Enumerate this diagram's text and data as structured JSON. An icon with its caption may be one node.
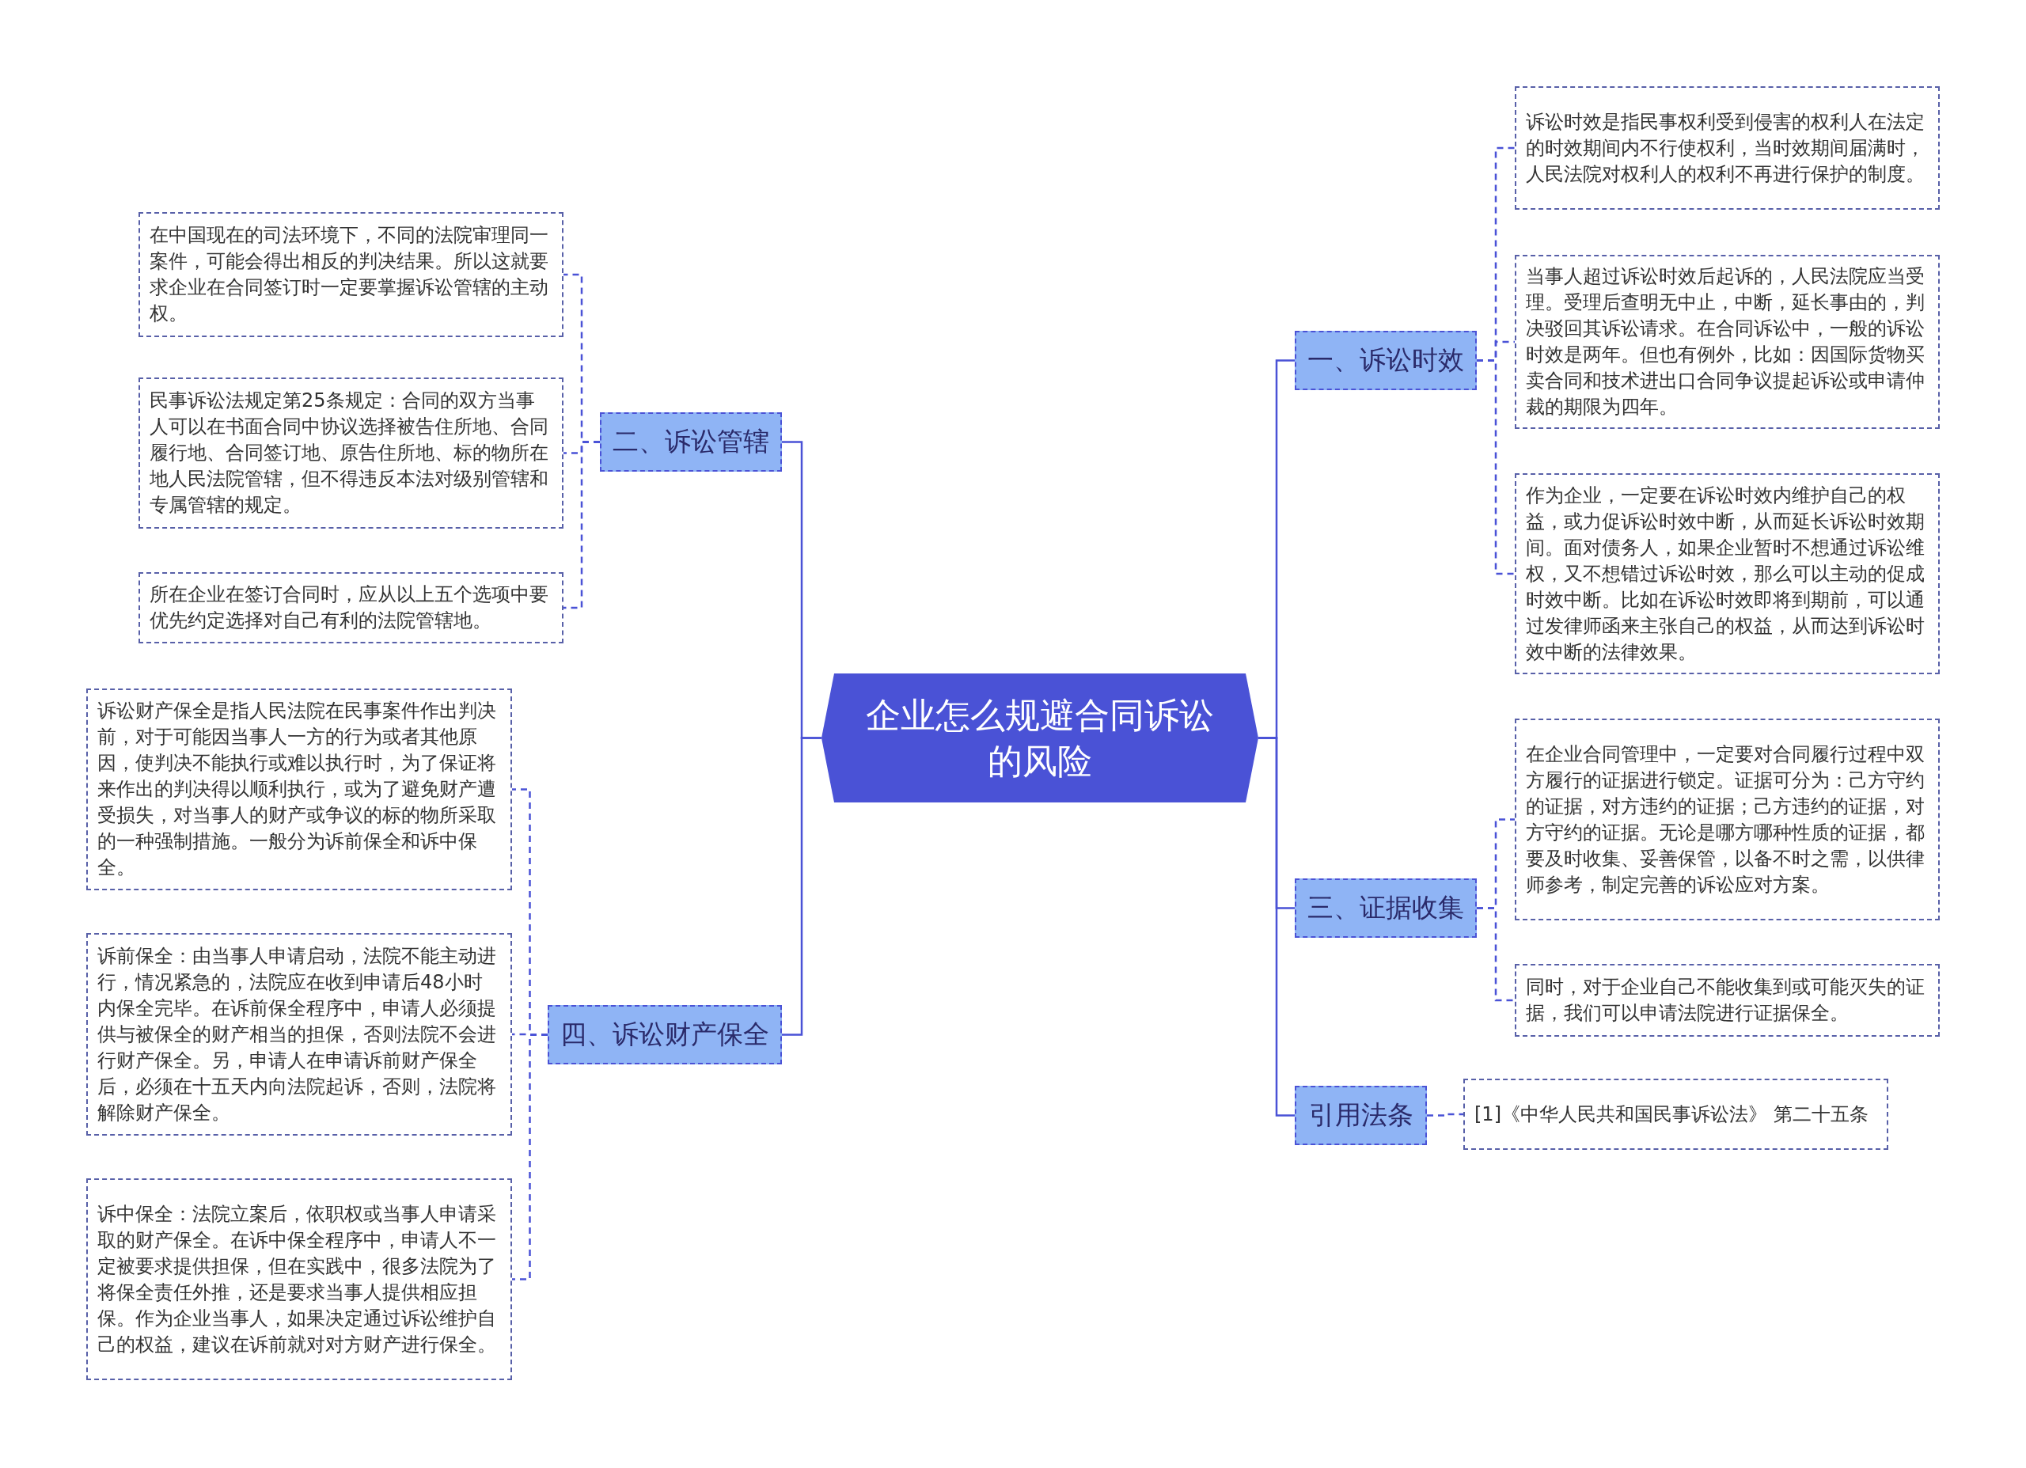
{
  "diagram": {
    "nodes": [
      {
        "text": [
          "企业怎么规避合同诉讼的风险"
        ]
      },
      {
        "text": [
          "一、诉讼时效"
        ]
      },
      {
        "text": [
          "诉讼时效是指民事权利受到侵害的权利人在法定的时效期间内不行使权利，当时效期间届满时，人民法院对权利人的权利不再进行保护的制度。"
        ]
      },
      {
        "text": [
          "当事人超过诉讼时效后起诉的，人民法院应当受理。受理后查明无中止，中断，延长事由的，判决驳回其诉讼请求。在合同诉讼中，一般的诉讼时效是两年。但也有例外，比如：因国际货物买卖合同和技术进出口合同争议提起诉讼或申请仲裁的期限为四年。"
        ]
      },
      {
        "text": [
          "作为企业，一定要在诉讼时效内维护自己的权益，或力促诉讼时效中断，从而延长诉讼时效期间。面对债务人，如果企业暂时不想通过诉讼维权，又不想错过诉讼时效，那么可以主动的促成时效中断。比如在诉讼时效即将到期前，可以通过发律师函来主张自己的权益，从而达到诉讼时效中断的法律效果。"
        ]
      },
      {
        "text": [
          "二、诉讼管辖"
        ]
      },
      {
        "text": [
          "在中国现在的司法环境下，不同的法院审理同一案件，可能会得出相反的判决结果。所以这就要求企业在合同签订时一定要掌握诉讼管辖的主动权。"
        ]
      },
      {
        "text": [
          "民事诉讼法规定第25条规定：合同的双方当事人可以在书面合同中协议选择被告住所地、合同履行地、合同签订地、原告住所地、标的物所在地人民法院管辖，但不得违反本法对级别管辖和专属管辖的规定。"
        ]
      },
      {
        "text": [
          "所在企业在签订合同时，应从以上五个选项中要优先约定选择对自己有利的法院管辖地。"
        ]
      },
      {
        "text": [
          "三、证据收集"
        ]
      },
      {
        "text": [
          "在企业合同管理中，一定要对合同履行过程中双方履行的证据进行锁定。证据可分为：己方守约的证据，对方违约的证据；己方违约的证据，对方守约的证据。无论是哪方哪种性质的证据，都要及时收集、妥善保管，以备不时之需，以供律师参考，制定完善的诉讼应对方案。"
        ]
      },
      {
        "text": [
          "同时，对于企业自己不能收集到或可能灭失的证据，我们可以申请法院进行证据保全。"
        ]
      },
      {
        "text": [
          "四、诉讼财产保全"
        ]
      },
      {
        "text": [
          "诉讼财产保全是指人民法院在民事案件作出判决前，对于可能因当事人一方的行为或者其他原因，使判决不能执行或难以执行时，为了保证将来作出的判决得以顺利执行，或为了避免财产遭受损失，对当事人的财产或争议的标的物所采取的一种强制措施。一般分为诉前保全和诉中保全。"
        ]
      },
      {
        "text": [
          "诉前保全：由当事人申请启动，法院不能主动进行，情况紧急的，法院应在收到申请后48小时内保全完毕。在诉前保全程序中，申请人必须提供与被保全的财产相当的担保，否则法院不会进行财产保全。另，申请人在申请诉前财产保全后，必须在十五天内向法院起诉，否则，法院将解除财产保全。"
        ]
      },
      {
        "text": [
          "诉中保全：法院立案后，依职权或当事人申请采取的财产保全。在诉中保全程序中，申请人不一定被要求提供担保，但在实践中，很多法院为了将保全责任外推，还是要求当事人提供相应担保。作为企业当事人，如果决定通过诉讼维护自己的权益，建议在诉前就对对方财产进行保全。"
        ]
      },
      {
        "text": [
          "引用法条"
        ]
      },
      {
        "text": [
          "[1]《中华人民共和国民事诉讼法》 第二十五条"
        ]
      }
    ],
    "edges": [
      {
        "from": 0,
        "to": 1,
        "arrow": "none"
      },
      {
        "from": 1,
        "to": 2,
        "arrow": "none",
        "style": "dashed"
      },
      {
        "from": 1,
        "to": 3,
        "arrow": "none",
        "style": "dashed"
      },
      {
        "from": 1,
        "to": 4,
        "arrow": "none",
        "style": "dashed"
      },
      {
        "from": 0,
        "to": 5,
        "arrow": "none"
      },
      {
        "from": 5,
        "to": 6,
        "arrow": "none",
        "style": "dashed"
      },
      {
        "from": 5,
        "to": 7,
        "arrow": "none",
        "style": "dashed"
      },
      {
        "from": 5,
        "to": 8,
        "arrow": "none",
        "style": "dashed"
      },
      {
        "from": 0,
        "to": 9,
        "arrow": "none"
      },
      {
        "from": 9,
        "to": 10,
        "arrow": "none",
        "style": "dashed"
      },
      {
        "from": 9,
        "to": 11,
        "arrow": "none",
        "style": "dashed"
      },
      {
        "from": 0,
        "to": 12,
        "arrow": "none"
      },
      {
        "from": 12,
        "to": 13,
        "arrow": "none",
        "style": "dashed"
      },
      {
        "from": 12,
        "to": 14,
        "arrow": "none",
        "style": "dashed"
      },
      {
        "from": 12,
        "to": 15,
        "arrow": "none",
        "style": "dashed"
      },
      {
        "from": 0,
        "to": 16,
        "arrow": "none"
      },
      {
        "from": 16,
        "to": 17,
        "arrow": "none",
        "style": "dashed"
      }
    ]
  }
}
